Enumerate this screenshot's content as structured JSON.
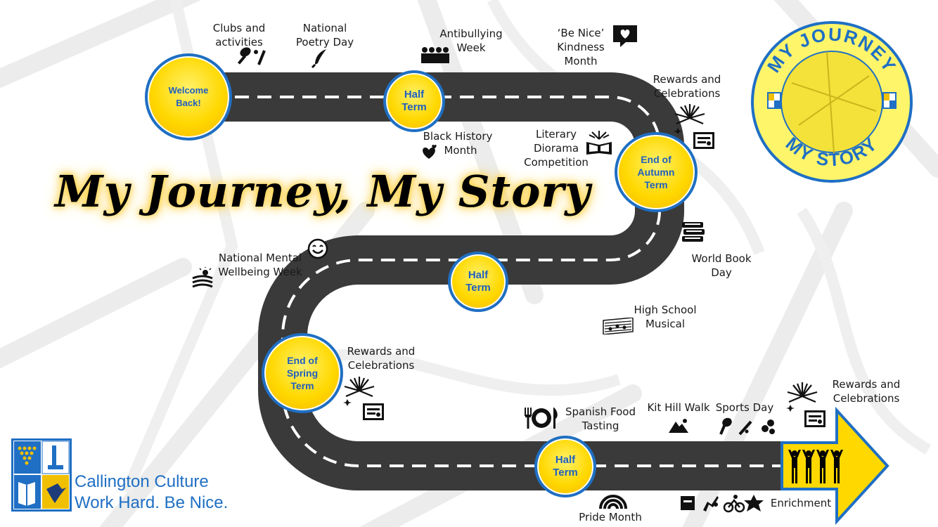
{
  "title": "My Journey, My Story",
  "colors": {
    "road": "#3a3a3a",
    "milestone_fill": "#ffd800",
    "milestone_border": "#1f6fc4",
    "milestone_text": "#1f5fbf",
    "culture_text": "#1f6fc4",
    "arrow_fill": "#ffd800"
  },
  "milestones": {
    "welcome": [
      "Welcome",
      "Back!"
    ],
    "half_term_1": [
      "Half",
      "Term"
    ],
    "end_autumn": [
      "End of",
      "Autumn",
      "Term"
    ],
    "half_term_2": [
      "Half",
      "Term"
    ],
    "end_spring": [
      "End of",
      "Spring",
      "Term"
    ],
    "half_term_3": [
      "Half",
      "Term"
    ]
  },
  "events": {
    "clubs": [
      "Clubs and",
      "activities"
    ],
    "poetry": [
      "National",
      "Poetry Day"
    ],
    "antibullying": [
      "Antibullying",
      "Week"
    ],
    "kindness": [
      "‘Be Nice’",
      "Kindness",
      "Month"
    ],
    "rewards_1": [
      "Rewards and",
      "Celebrations"
    ],
    "black_history": [
      "Black History",
      "Month"
    ],
    "diorama": [
      "Literary",
      "Diorama",
      "Competition"
    ],
    "world_book": [
      "World Book",
      "Day"
    ],
    "wellbeing": [
      "National Mental",
      "Wellbeing Week"
    ],
    "musical": [
      "High School",
      "Musical"
    ],
    "rewards_2": [
      "Rewards and",
      "Celebrations"
    ],
    "spanish": [
      "Spanish Food",
      "Tasting"
    ],
    "kit_hill": [
      "Kit Hill Walk"
    ],
    "sports": [
      "Sports Day"
    ],
    "rewards_3": [
      "Rewards and",
      "Celebrations"
    ],
    "pride": [
      "Pride Month"
    ],
    "enrichment": [
      "Enrichment"
    ]
  },
  "badge": {
    "top_text": "MY JOURNEY",
    "bottom_text": "MY STORY"
  },
  "culture": {
    "line1": "Callington Culture",
    "line2": "Work Hard.  Be Nice."
  },
  "icons": [
    "tennis-racket-icon",
    "quill-pen-icon",
    "group-of-people-icon",
    "heart-speech-bubble-icon",
    "fireworks-icon",
    "certificate-icon",
    "hearts-icon",
    "open-book-icon",
    "stacked-books-icon",
    "smiley-face-icon",
    "sunrise-landscape-icon",
    "sheet-music-icon",
    "plate-cutlery-icon",
    "mountain-icon",
    "sports-equipment-icon",
    "rainbow-icon",
    "enrichment-activities-icon",
    "people-arms-raised-icon",
    "school-logo-icon"
  ]
}
